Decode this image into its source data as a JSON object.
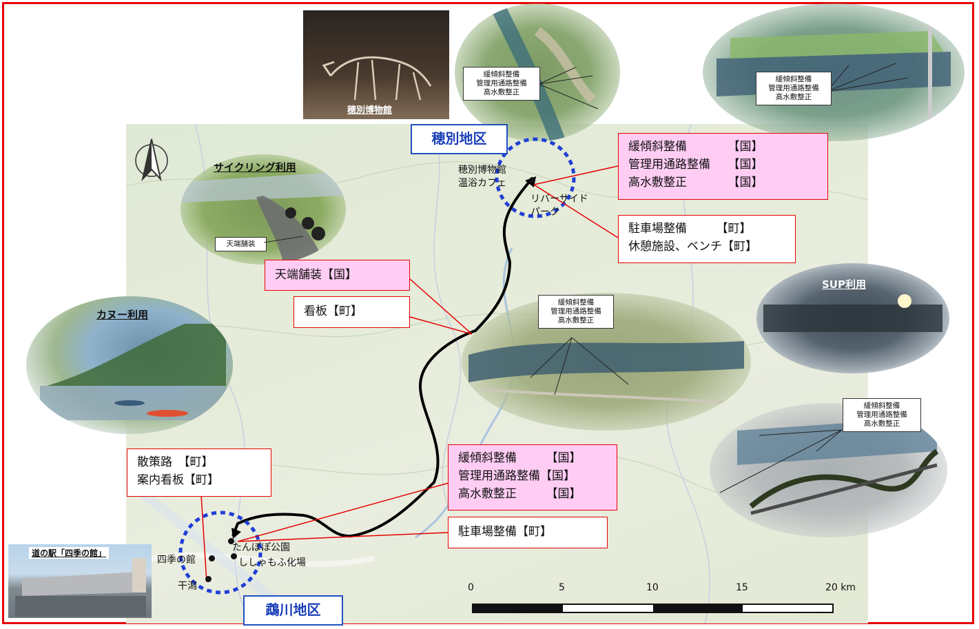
{
  "districts": {
    "hobetsu": "穂別地区",
    "mukawa": "鵡川地区"
  },
  "places": {
    "hobetsu_museum_cafe": "穂別博物館\n温浴カフェ",
    "riverside_park": "リバーサイド\nパーク",
    "tanpopo_park": "たんぽぽ公園",
    "shishamo_hatchery": "ししゃもふ化場",
    "shiki_no_yakata": "四季の館",
    "higata": "干潟"
  },
  "photos": {
    "museum": "穂別博物館",
    "cycling": "サイクリング利用",
    "cycling_note": "天端舗装",
    "canoe": "カヌー利用",
    "sup": "SUP利用",
    "michinoeki": "道の駅「四季の館」"
  },
  "photo_notes": {
    "lines": [
      "緩傾斜整備",
      "管理用通路整備",
      "高水敷整正"
    ]
  },
  "callouts": {
    "hobetsu_national": "緩傾斜整備　　　　【国】\n管理用通路整備　　【国】\n高水敷整正　　　　【国】",
    "hobetsu_town": "駐車場整備　　　【町】\n休憩施設、ベンチ【町】",
    "tenba": "天端舗装【国】",
    "kanban": "看板【町】",
    "mukawa_national": "緩傾斜整備　　　【国】\n管理用通路整備【国】\n高水敷整正　　　【国】",
    "mukawa_parking": "駐車場整備【町】",
    "sansakuro": "散策路　【町】\n案内看板【町】"
  },
  "scalebar": {
    "ticks": [
      "0",
      "5",
      "10",
      "15",
      "20 km"
    ]
  },
  "colors": {
    "frame": "#e60000",
    "district_border": "#2050c0",
    "callout_pink": "#ffcdf4",
    "route": "#000000"
  }
}
